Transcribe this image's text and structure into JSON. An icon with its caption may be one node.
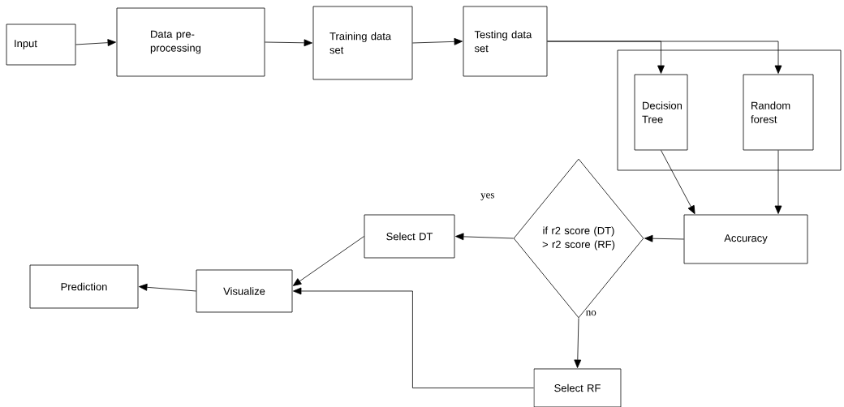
{
  "diagram": {
    "nodes": [
      {
        "text": [
          "Input"
        ]
      },
      {
        "text": [
          "Data pre-processing"
        ]
      },
      {
        "text": [
          "Training data set"
        ]
      },
      {
        "text": [
          "Testing data set"
        ]
      },
      {
        "text": [],
        "shape": "box"
      },
      {
        "text": [
          "Decision Tree"
        ],
        "in": 4
      },
      {
        "text": [
          "Random forest"
        ],
        "in": 4
      },
      {
        "text": [
          "Accuracy"
        ]
      },
      {
        "text": [
          "if r2 score (DT) > r2 score (RF)"
        ]
      },
      {
        "text": [
          "Select DT"
        ]
      },
      {
        "text": [
          "Visualize"
        ]
      },
      {
        "text": [
          "Prediction"
        ]
      },
      {
        "text": [
          "Select RF"
        ]
      }
    ],
    "edges": [
      {
        "from": 0,
        "to": 1,
        "arrow": "to"
      },
      {
        "from": 1,
        "to": 2,
        "arrow": "to"
      },
      {
        "from": 2,
        "to": 3,
        "arrow": "to"
      },
      {
        "from": 3,
        "to": 5,
        "arrow": "to"
      },
      {
        "from": 3,
        "to": 6,
        "arrow": "to"
      },
      {
        "from": 5,
        "to": 7,
        "arrow": "to"
      },
      {
        "from": 6,
        "to": 7,
        "arrow": "to"
      },
      {
        "from": 7,
        "to": 8,
        "arrow": "to"
      },
      {
        "from": 8,
        "to": 9,
        "arrow": "to",
        "label": "yes"
      },
      {
        "from": 8,
        "to": 12,
        "arrow": "to",
        "label": "no"
      },
      {
        "from": 9,
        "to": 10,
        "arrow": "to"
      },
      {
        "from": 12,
        "to": 10,
        "arrow": "to"
      },
      {
        "from": 10,
        "to": 11,
        "arrow": "to"
      }
    ]
  }
}
